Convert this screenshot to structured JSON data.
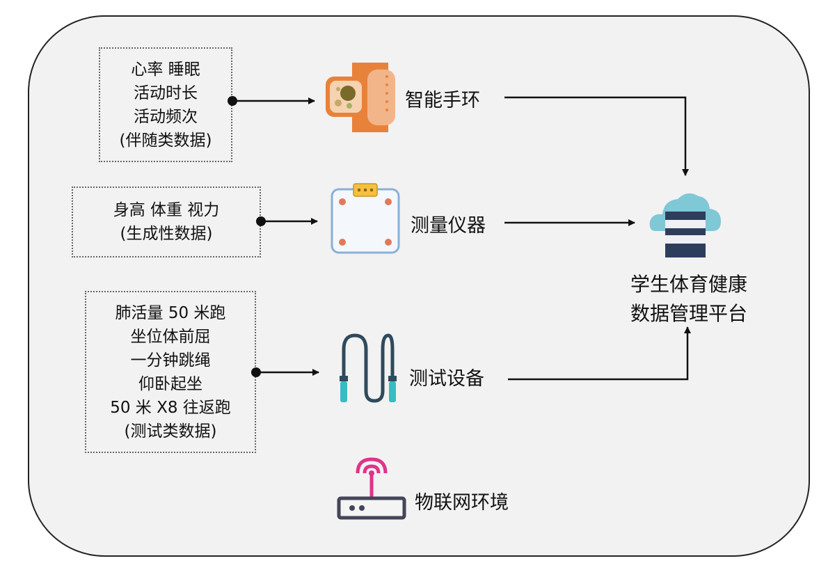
{
  "sources": [
    {
      "lines": [
        "心率 睡眠",
        "活动时长",
        "活动频次",
        "(伴随类数据)"
      ]
    },
    {
      "lines": [
        "身高  体重  视力",
        "(生成性数据)"
      ]
    },
    {
      "lines": [
        "肺活量  50 米跑",
        "坐位体前屈",
        "一分钟跳绳",
        "仰卧起坐",
        "50 米 X8 往返跑",
        "(测试类数据)"
      ]
    }
  ],
  "devices": [
    {
      "label": "智能手环",
      "icon": "smart-band-icon"
    },
    {
      "label": "测量仪器",
      "icon": "scale-icon"
    },
    {
      "label": "测试设备",
      "icon": "jump-rope-icon"
    }
  ],
  "platform": {
    "lines": [
      "学生体育健康",
      "数据管理平台"
    ],
    "icon": "cloud-server-icon"
  },
  "environment": {
    "label": "物联网环境",
    "icon": "router-icon"
  },
  "colors": {
    "band": "#e8823a",
    "scale_border": "#8ab0d8",
    "rope": "#2f4a5c",
    "cloud": "#7fc8d6",
    "server": "#2f3d5c",
    "router_signal": "#e0338a"
  }
}
